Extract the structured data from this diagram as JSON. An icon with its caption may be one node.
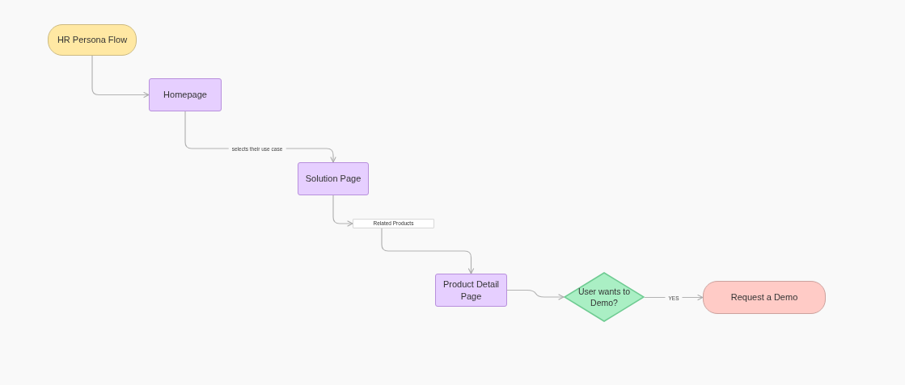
{
  "diagram": {
    "nodes": [
      {
        "text": [
          "HR Persona Flow"
        ]
      },
      {
        "text": [
          "Homepage"
        ]
      },
      {
        "text": [
          "Solution Page"
        ]
      },
      {
        "text": [
          "Related Products"
        ]
      },
      {
        "text": [
          "Product Detail Page"
        ]
      },
      {
        "text": [
          "User wants to Demo?"
        ]
      },
      {
        "text": [
          "Request a Demo"
        ]
      }
    ],
    "edges": [
      {
        "from": 0,
        "to": 1,
        "arrow": "to"
      },
      {
        "from": 1,
        "to": 2,
        "arrow": "to",
        "label": "selects their use case"
      },
      {
        "from": 2,
        "to": 3,
        "arrow": "to"
      },
      {
        "from": 3,
        "to": 4,
        "arrow": "to"
      },
      {
        "from": 4,
        "to": 5,
        "arrow": "to"
      },
      {
        "from": 5,
        "to": 6,
        "arrow": "to",
        "label": "YES"
      }
    ]
  }
}
